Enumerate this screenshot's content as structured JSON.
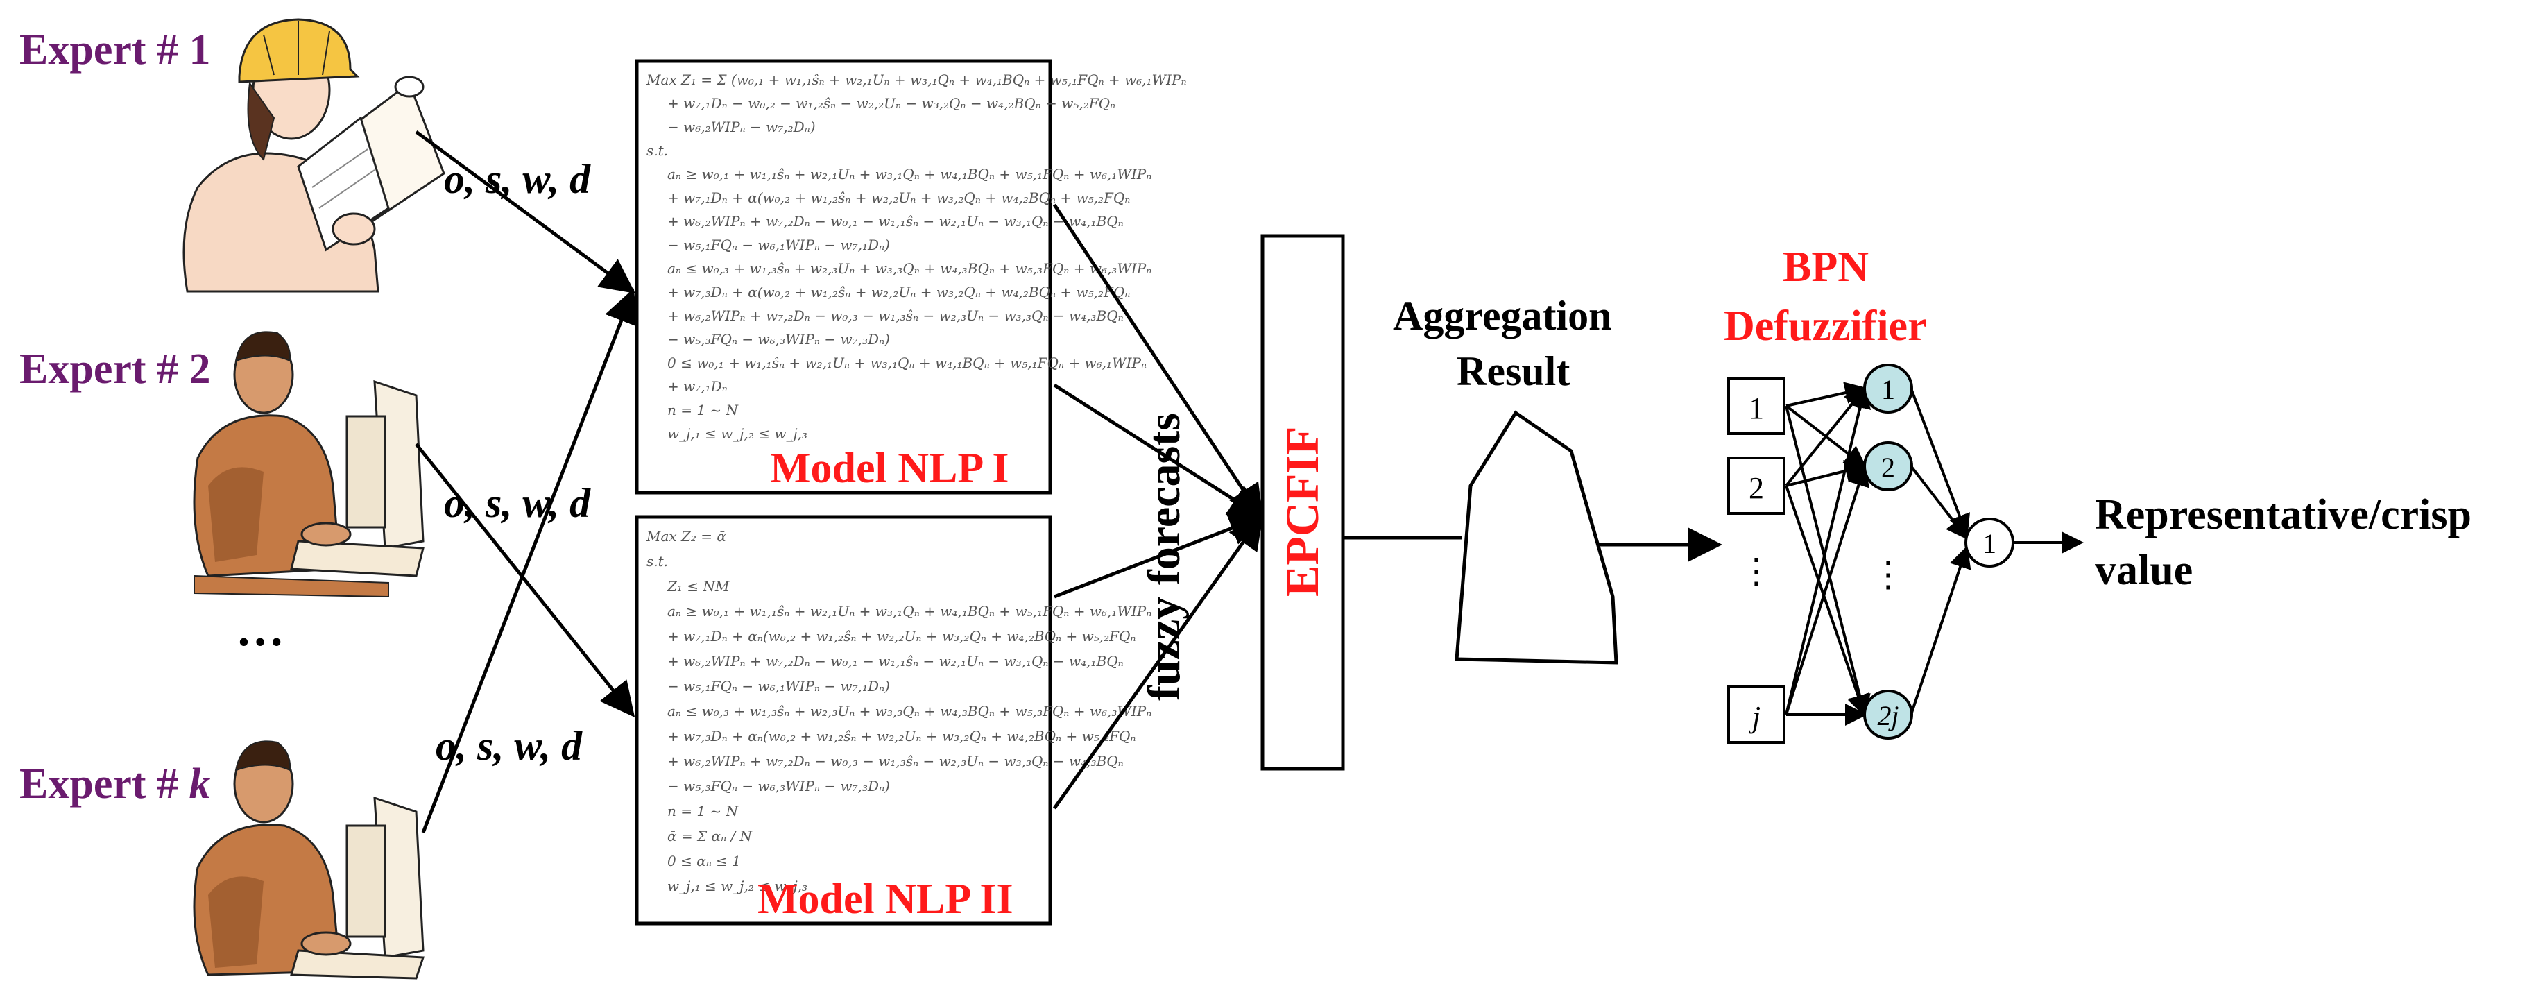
{
  "experts": [
    {
      "label": "Expert # 1",
      "prefix": "Expert # ",
      "id": "1",
      "id_italic": false
    },
    {
      "label": "Expert # 2",
      "prefix": "Expert # ",
      "id": "2",
      "id_italic": false
    },
    {
      "label": "Expert # k",
      "prefix": "Expert # ",
      "id": "k",
      "id_italic": true
    }
  ],
  "ellipsis": "…",
  "inputs_label": "o, s, w, d",
  "models": [
    {
      "label": "Model NLP I"
    },
    {
      "label": "Model NLP II"
    }
  ],
  "forecasts_label": "fuzzy forecasts",
  "epcfif_label": "EPCFIF",
  "aggregation": {
    "line1": "Aggregation",
    "line2": "Result"
  },
  "bpn": {
    "line1": "BPN",
    "line2": "Defuzzifier"
  },
  "inputs_nodes": [
    "1",
    "2",
    "⋮",
    "j"
  ],
  "hidden_nodes": [
    "1",
    "2",
    "⋮",
    "2j"
  ],
  "output_node": "1",
  "output": {
    "line1": "Representative/crisp",
    "line2": "value"
  },
  "model1_equations": [
    "Max   Z₁ = Σ (w₀,₁ + w₁,₁ŝₙ + w₂,₁Uₙ + w₃,₁Qₙ + w₄,₁BQₙ + w₅,₁FQₙ + w₆,₁WIPₙ",
    "+ w₇,₁Dₙ − w₀,₂ − w₁,₂ŝₙ − w₂,₂Uₙ − w₃,₂Qₙ − w₄,₂BQₙ − w₅,₂FQₙ",
    "− w₆,₂WIPₙ − w₇,₂Dₙ)",
    "s.t.",
    "aₙ ≥ w₀,₁ + w₁,₁ŝₙ + w₂,₁Uₙ + w₃,₁Qₙ + w₄,₁BQₙ + w₅,₁FQₙ + w₆,₁WIPₙ",
    "+ w₇,₁Dₙ + α(w₀,₂ + w₁,₂ŝₙ + w₂,₂Uₙ + w₃,₂Qₙ + w₄,₂BQₙ + w₅,₂FQₙ",
    "+ w₆,₂WIPₙ + w₇,₂Dₙ − w₀,₁ − w₁,₁ŝₙ − w₂,₁Uₙ − w₃,₁Qₙ − w₄,₁BQₙ",
    "− w₅,₁FQₙ − w₆,₁WIPₙ − w₇,₁Dₙ)",
    "aₙ ≤ w₀,₃ + w₁,₃ŝₙ + w₂,₃Uₙ + w₃,₃Qₙ + w₄,₃BQₙ + w₅,₃FQₙ + w₆,₃WIPₙ",
    "+ w₇,₃Dₙ + α(w₀,₂ + w₁,₂ŝₙ + w₂,₂Uₙ + w₃,₂Qₙ + w₄,₂BQₙ + w₅,₂FQₙ",
    "+ w₆,₂WIPₙ + w₇,₂Dₙ − w₀,₃ − w₁,₃ŝₙ − w₂,₃Uₙ − w₃,₃Qₙ − w₄,₃BQₙ",
    "− w₅,₃FQₙ − w₆,₃WIPₙ − w₇,₃Dₙ)",
    "0 ≤ w₀,₁ + w₁,₁ŝₙ + w₂,₁Uₙ + w₃,₁Qₙ + w₄,₁BQₙ + w₅,₁FQₙ + w₆,₁WIPₙ",
    "+ w₇,₁Dₙ",
    "n = 1 ~ N",
    "w_j,₁ ≤ w_j,₂ ≤ w_j,₃"
  ],
  "model2_equations": [
    "Max   Z₂ = ᾱ",
    "s.t.",
    "Z₁ ≤ NM",
    "aₙ ≥ w₀,₁ + w₁,₁ŝₙ + w₂,₁Uₙ + w₃,₁Qₙ + w₄,₁BQₙ + w₅,₁FQₙ + w₆,₁WIPₙ",
    "+ w₇,₁Dₙ + αₙ(w₀,₂ + w₁,₂ŝₙ + w₂,₂Uₙ + w₃,₂Qₙ + w₄,₂BQₙ + w₅,₂FQₙ",
    "+ w₆,₂WIPₙ + w₇,₂Dₙ − w₀,₁ − w₁,₁ŝₙ − w₂,₁Uₙ − w₃,₁Qₙ − w₄,₁BQₙ",
    "− w₅,₁FQₙ − w₆,₁WIPₙ − w₇,₁Dₙ)",
    "aₙ ≤ w₀,₃ + w₁,₃ŝₙ + w₂,₃Uₙ + w₃,₃Qₙ + w₄,₃BQₙ + w₅,₃FQₙ + w₆,₃WIPₙ",
    "+ w₇,₃Dₙ + αₙ(w₀,₂ + w₁,₂ŝₙ + w₂,₂Uₙ + w₃,₂Qₙ + w₄,₂BQₙ + w₅,₂FQₙ",
    "+ w₆,₂WIPₙ + w₇,₂Dₙ − w₀,₃ − w₁,₃ŝₙ − w₂,₃Uₙ − w₃,₃Qₙ − w₄,₃BQₙ",
    "− w₅,₃FQₙ − w₆,₃WIPₙ − w₇,₃Dₙ)",
    "n = 1 ~ N",
    "ᾱ = Σ αₙ / N",
    "0 ≤ αₙ ≤ 1",
    "w_j,₁ ≤ w_j,₂ ≤ w_j,₃"
  ]
}
